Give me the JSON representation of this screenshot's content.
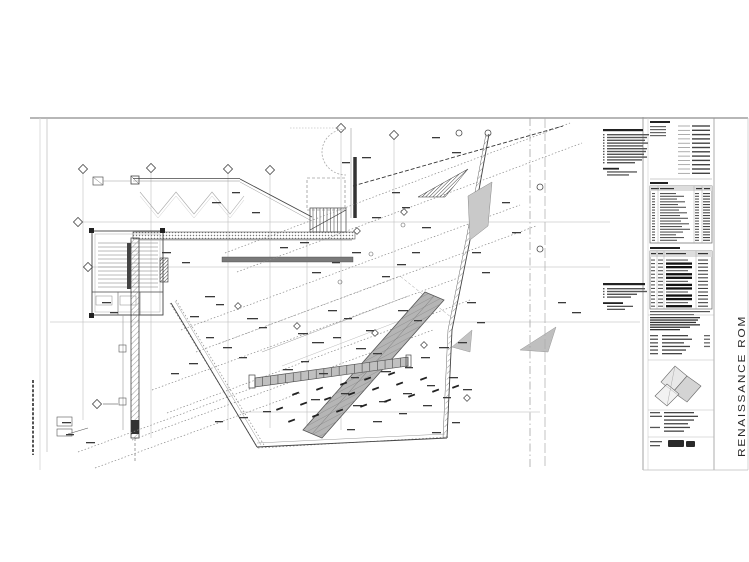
{
  "sheet": {
    "title_vertical": "RENAISSANCE ROM"
  },
  "colors": {
    "ink": "#1a1a1a",
    "wall": "#444444",
    "gray": "#808080",
    "light": "#b5b5b5",
    "band_fill": "#b5b5b5",
    "panel_fill": "#c9c9c9",
    "text_bar": "#3a3a3a",
    "frame": "#999999"
  },
  "notes_top": {
    "heading_w": 40,
    "line_widths": [
      42,
      40,
      38,
      41,
      36,
      40,
      39,
      37,
      40,
      35,
      28
    ],
    "subnote_heading_w": 16,
    "subnote_line_widths": [
      30,
      22
    ]
  },
  "notes_mid": {
    "heading_w": 42,
    "line_widths": [
      38,
      40,
      30,
      24
    ],
    "subnote_heading_w": 20,
    "subnote_line_widths": [
      26,
      18
    ]
  },
  "title_block": {
    "legend": {
      "heading_w": 20,
      "left_lines": 4,
      "right_lines": 12
    },
    "table1": {
      "title_w": 18,
      "rows": 18
    },
    "table2": {
      "title_w": 30,
      "rows": 14,
      "footer_widths": [
        60,
        44
      ]
    },
    "revision_widths": [
      50,
      48,
      46,
      50,
      40,
      30
    ],
    "credits": [
      [
        8,
        26
      ],
      [
        8,
        30
      ],
      [
        8,
        22
      ],
      [
        8,
        28
      ],
      [
        8,
        24
      ],
      [
        8,
        20
      ]
    ],
    "info_rows": [
      [
        10,
        30
      ],
      [
        12,
        34
      ],
      [
        0,
        30
      ],
      [
        0,
        24
      ],
      [
        10,
        26
      ],
      [
        0,
        20
      ]
    ],
    "number_label_widths": [
      12,
      10
    ],
    "number_segments": [
      [
        668,
        440,
        16,
        7
      ],
      [
        686,
        441,
        9,
        6
      ]
    ]
  },
  "plan": {
    "labels": [
      [
        205,
        296,
        10
      ],
      [
        216,
        304,
        8
      ],
      [
        190,
        316,
        9
      ],
      [
        247,
        318,
        11
      ],
      [
        259,
        327,
        8
      ],
      [
        298,
        333,
        10
      ],
      [
        312,
        342,
        12
      ],
      [
        333,
        337,
        8
      ],
      [
        356,
        348,
        10
      ],
      [
        373,
        353,
        9
      ],
      [
        301,
        361,
        8
      ],
      [
        283,
        369,
        10
      ],
      [
        319,
        373,
        9
      ],
      [
        351,
        377,
        8
      ],
      [
        381,
        371,
        10
      ],
      [
        405,
        367,
        8
      ],
      [
        421,
        357,
        9
      ],
      [
        439,
        347,
        10
      ],
      [
        341,
        393,
        8
      ],
      [
        311,
        399,
        9
      ],
      [
        263,
        411,
        8
      ],
      [
        239,
        417,
        9
      ],
      [
        215,
        421,
        8
      ],
      [
        353,
        405,
        9
      ],
      [
        379,
        401,
        8
      ],
      [
        403,
        393,
        9
      ],
      [
        427,
        385,
        8
      ],
      [
        449,
        377,
        9
      ],
      [
        347,
        429,
        8
      ],
      [
        373,
        421,
        9
      ],
      [
        399,
        413,
        8
      ],
      [
        423,
        405,
        9
      ],
      [
        443,
        397,
        8
      ],
      [
        463,
        389,
        9
      ],
      [
        206,
        337,
        8
      ],
      [
        223,
        347,
        9
      ],
      [
        239,
        357,
        8
      ],
      [
        189,
        363,
        9
      ],
      [
        171,
        373,
        8
      ],
      [
        472,
        252,
        9
      ],
      [
        482,
        272,
        8
      ],
      [
        467,
        302,
        9
      ],
      [
        477,
        322,
        8
      ],
      [
        458,
        342,
        9
      ],
      [
        412,
        252,
        8
      ],
      [
        397,
        264,
        9
      ],
      [
        382,
        276,
        8
      ],
      [
        422,
        227,
        9
      ],
      [
        402,
        207,
        8
      ],
      [
        372,
        217,
        9
      ],
      [
        392,
        192,
        8
      ],
      [
        352,
        252,
        9
      ],
      [
        332,
        262,
        8
      ],
      [
        312,
        272,
        9
      ],
      [
        432,
        137,
        8
      ],
      [
        452,
        152,
        9
      ],
      [
        232,
        192,
        8
      ],
      [
        212,
        202,
        9
      ],
      [
        252,
        212,
        8
      ],
      [
        162,
        252,
        9
      ],
      [
        182,
        262,
        8
      ],
      [
        102,
        302,
        9
      ],
      [
        110,
        312,
        8
      ],
      [
        62,
        422,
        9
      ],
      [
        66,
        434,
        8
      ],
      [
        86,
        442,
        9
      ],
      [
        452,
        422,
        8
      ],
      [
        432,
        432,
        9
      ],
      [
        502,
        202,
        8
      ],
      [
        512,
        232,
        9
      ],
      [
        558,
        302,
        8
      ],
      [
        572,
        312,
        9
      ],
      [
        362,
        157,
        9
      ],
      [
        342,
        162,
        8
      ],
      [
        300,
        242,
        9
      ],
      [
        280,
        247,
        8
      ],
      [
        398,
        310,
        10
      ],
      [
        414,
        320,
        8
      ],
      [
        366,
        330,
        9
      ],
      [
        344,
        318,
        8
      ],
      [
        328,
        310,
        9
      ]
    ],
    "seat_dashes": [
      [
        292,
        394
      ],
      [
        316,
        389
      ],
      [
        340,
        384
      ],
      [
        364,
        379
      ],
      [
        388,
        374
      ],
      [
        276,
        409
      ],
      [
        300,
        404
      ],
      [
        324,
        399
      ],
      [
        348,
        394
      ],
      [
        372,
        389
      ],
      [
        396,
        384
      ],
      [
        420,
        379
      ],
      [
        288,
        421
      ],
      [
        312,
        416
      ],
      [
        336,
        411
      ],
      [
        360,
        406
      ],
      [
        384,
        401
      ],
      [
        408,
        396
      ],
      [
        432,
        391
      ],
      [
        452,
        387
      ]
    ],
    "diamonds": [
      [
        297,
        326
      ],
      [
        375,
        333
      ],
      [
        404,
        212
      ],
      [
        424,
        345
      ],
      [
        467,
        398
      ],
      [
        238,
        306
      ],
      [
        357,
        231
      ]
    ],
    "circles": [
      [
        403,
        225
      ],
      [
        371,
        254
      ],
      [
        340,
        282
      ]
    ]
  }
}
